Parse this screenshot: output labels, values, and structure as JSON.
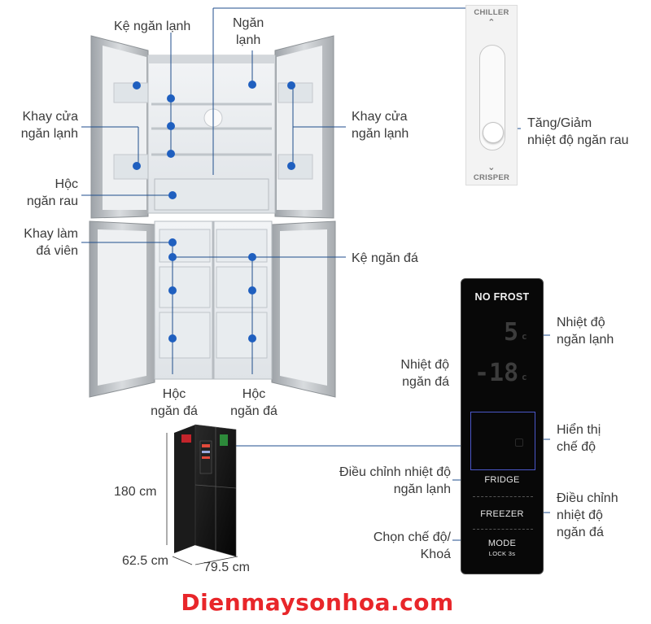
{
  "brand": "Dienmaysonhoa.com",
  "labels": {
    "shelf_cool": "Kệ ngăn lạnh",
    "cool_compartment": [
      "Ngăn",
      "lạnh"
    ],
    "door_tray_left": [
      "Khay cửa",
      "ngăn lạnh"
    ],
    "door_tray_right": [
      "Khay cửa",
      "ngăn lạnh"
    ],
    "crisper": [
      "Hộc",
      "ngăn rau"
    ],
    "ice_tray": [
      "Khay làm",
      "đá viên"
    ],
    "freezer_shelf": "Kệ ngăn đá",
    "freezer_drawer_left": [
      "Hộc",
      "ngăn đá"
    ],
    "freezer_drawer_right": [
      "Hộc",
      "ngăn đá"
    ],
    "chiller_adjust": [
      "Tăng/Giảm",
      "nhiệt độ ngăn rau"
    ],
    "fridge_temp": [
      "Nhiệt độ",
      "ngăn lạnh"
    ],
    "freezer_temp": [
      "Nhiệt độ",
      "ngăn đá"
    ],
    "mode_display": [
      "Hiển thị",
      "chế độ"
    ],
    "fridge_adjust": [
      "Điều chỉnh nhiệt độ",
      "ngăn lạnh"
    ],
    "freezer_adjust": [
      "Điều chỉnh",
      "nhiệt độ",
      "ngăn đá"
    ],
    "mode_lock": [
      "Chọn chế độ/",
      "Khoá"
    ]
  },
  "chiller_card": {
    "top": "CHILLER",
    "bottom": "CRISPER"
  },
  "panel": {
    "header": "NO FROST",
    "fridge_temp_value": "5",
    "freezer_temp_value": "-18",
    "unit": "c",
    "fridge_btn": "FRIDGE",
    "freezer_btn": "FREEZER",
    "mode_btn": "MODE",
    "lock_hint": "LOCK 3s"
  },
  "dimensions": {
    "height": "180 cm",
    "depth": "62.5 cm",
    "width": "79.5 cm"
  },
  "colors": {
    "callout_line": "#1f4e8c",
    "callout_dot": "#1f5fbf",
    "brand": "#e8262a"
  }
}
